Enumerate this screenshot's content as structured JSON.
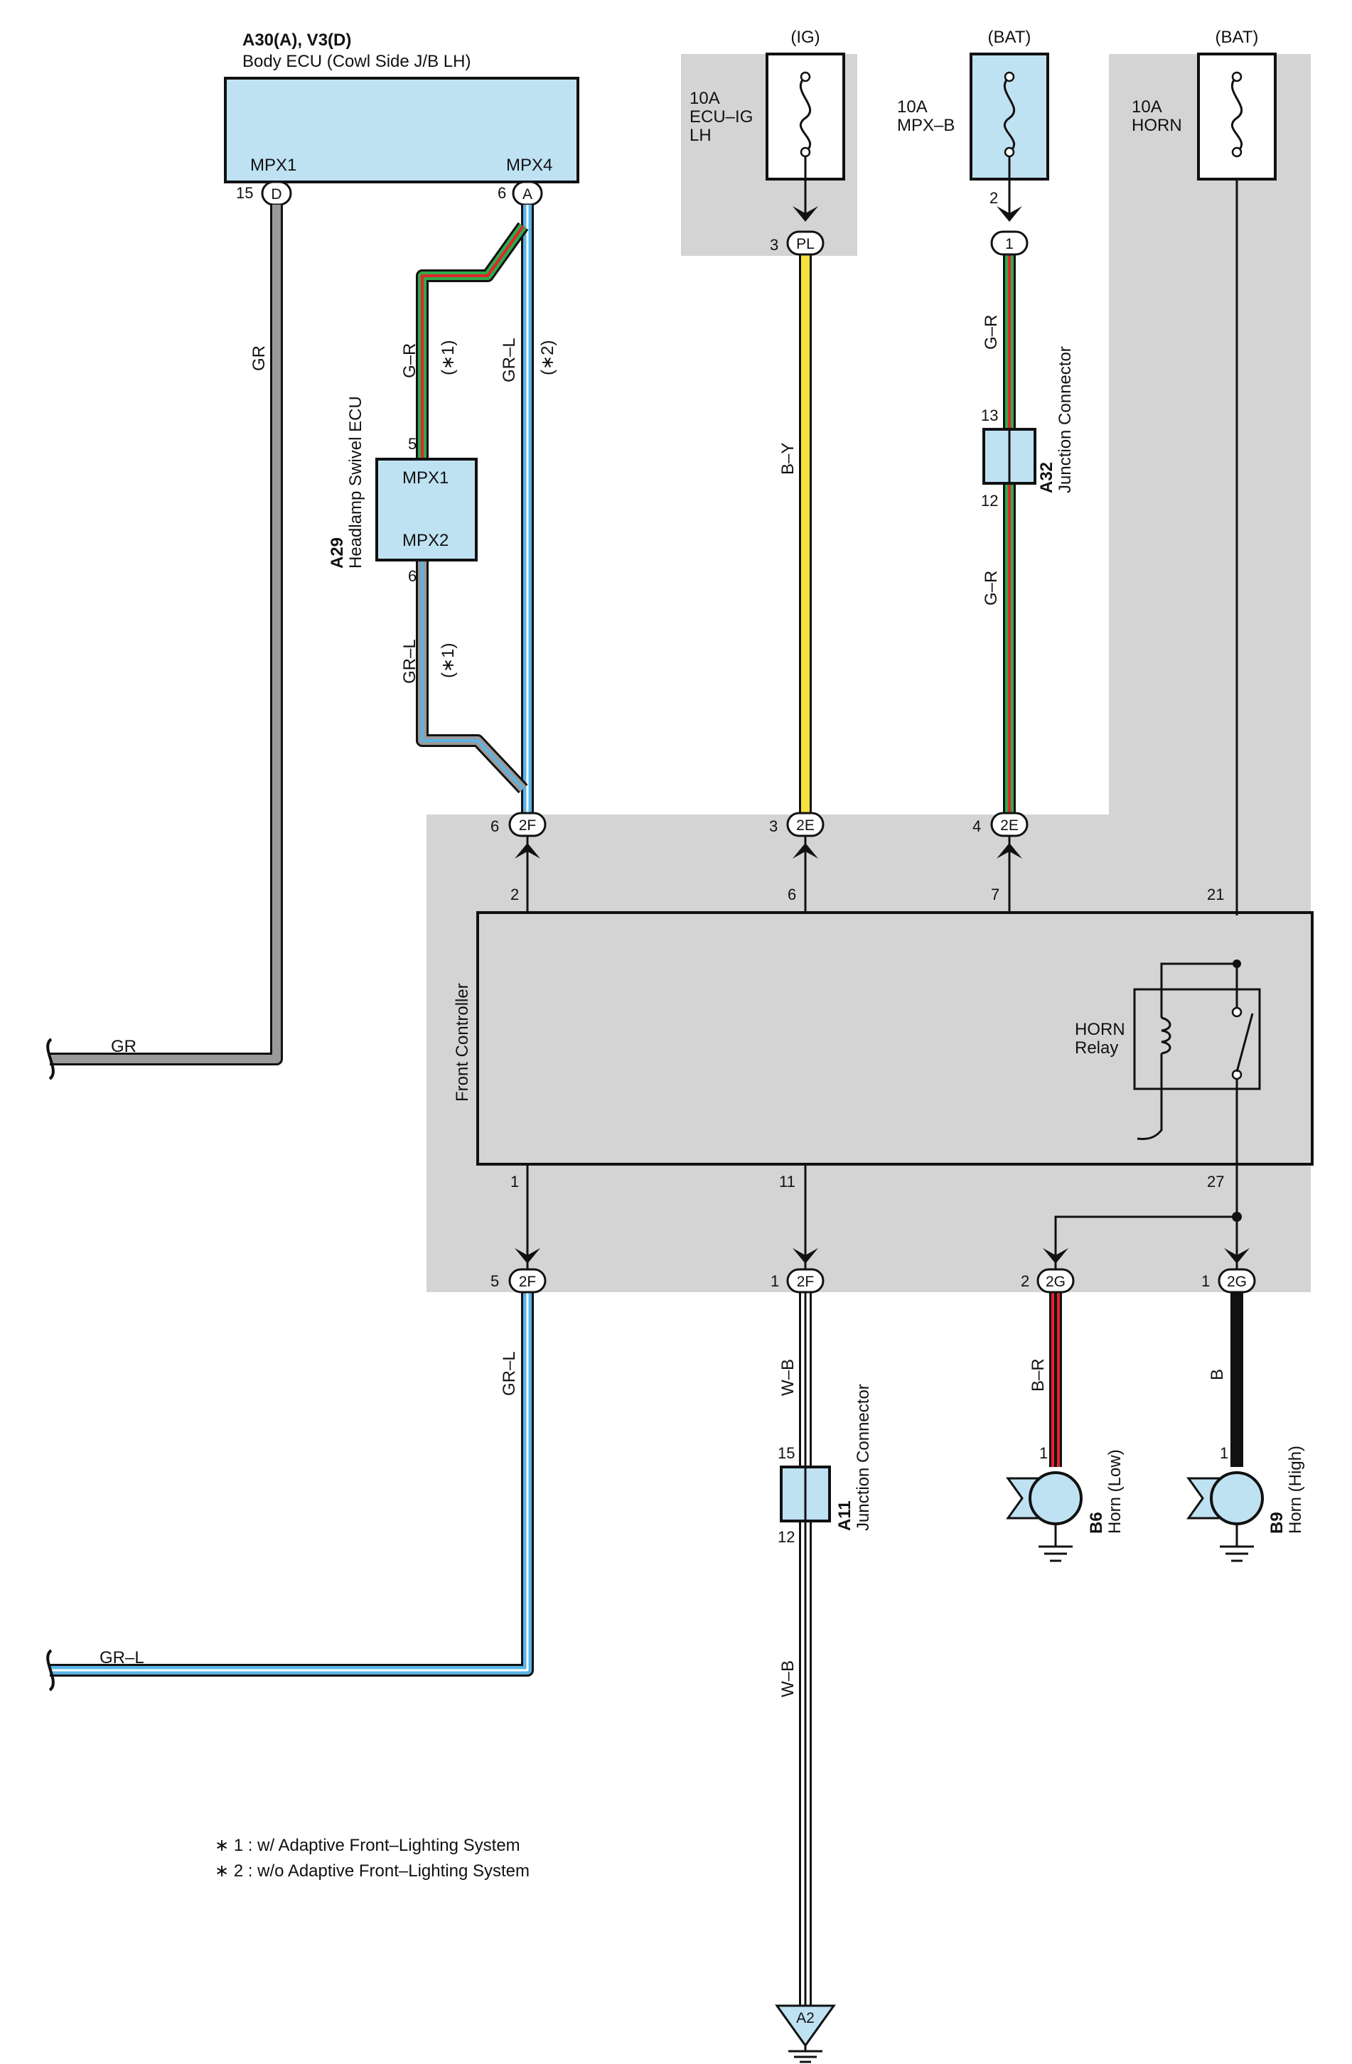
{
  "body_ecu": {
    "id_line": "A30(A), V3(D)",
    "name": "Body ECU (Cowl Side J/B LH)",
    "pin_left_label": "MPX1",
    "pin_right_label": "MPX4",
    "pin_left_num": "15",
    "pin_left_conn": "D",
    "pin_right_num": "6",
    "pin_right_conn": "A"
  },
  "fuses": [
    {
      "source": "(IG)",
      "rating": "10A",
      "name_line1": "ECU–IG",
      "name_line2": "LH",
      "out_pin": "3",
      "out_conn": "PL"
    },
    {
      "source": "(BAT)",
      "rating": "10A",
      "name_line1": "MPX–B",
      "out_pin": "2",
      "out_conn": "1"
    },
    {
      "source": "(BAT)",
      "rating": "10A",
      "name_line1": "HORN"
    }
  ],
  "headlamp_ecu": {
    "id": "A29",
    "name": "Headlamp Swivel ECU",
    "pin1_label": "MPX1",
    "pin2_label": "MPX2",
    "pin1_num": "5",
    "pin2_num": "6"
  },
  "junction_a32": {
    "id": "A32",
    "name": "Junction Connector",
    "pin_top": "13",
    "pin_bottom": "12"
  },
  "junction_a11": {
    "id": "A11",
    "name": "Junction Connector",
    "pin_top": "15",
    "pin_bottom": "12"
  },
  "wire_labels": {
    "gr": "GR",
    "gr_l": "GR–L",
    "g_r": "G–R",
    "b_y": "B–Y",
    "w_b": "W–B",
    "b_r": "B–R",
    "b": "B",
    "note1": "(∗1)",
    "note2": "(∗2)"
  },
  "front_controller": {
    "name": "Front Controller",
    "pin_2": "2",
    "pin_6": "6",
    "pin_7": "7",
    "pin_21": "21",
    "pin_1": "1",
    "pin_11": "11",
    "pin_27": "27",
    "relay_line1": "HORN",
    "relay_line2": "Relay"
  },
  "connectors_top": [
    {
      "num": "6",
      "conn": "2F"
    },
    {
      "num": "3",
      "conn": "2E"
    },
    {
      "num": "4",
      "conn": "2E"
    }
  ],
  "connectors_bottom": [
    {
      "num": "5",
      "conn": "2F"
    },
    {
      "num": "1",
      "conn": "2F"
    },
    {
      "num": "2",
      "conn": "2G"
    },
    {
      "num": "1",
      "conn": "2G"
    }
  ],
  "horn_low": {
    "id": "B6",
    "name": "Horn (Low)",
    "pin": "1"
  },
  "horn_high": {
    "id": "B9",
    "name": "Horn (High)",
    "pin": "1"
  },
  "ground": {
    "id": "A2"
  },
  "notes": [
    "∗ 1 : w/ Adaptive Front–Lighting System",
    "∗ 2 : w/o Adaptive Front–Lighting System"
  ],
  "wire_colors": {
    "gray": "#9a9a9a",
    "blue": "#5ab4e6",
    "green": "#2eaa4a",
    "red": "#e3242b",
    "yellow": "#f6e23c",
    "black": "#111111",
    "white": "#ffffff"
  }
}
